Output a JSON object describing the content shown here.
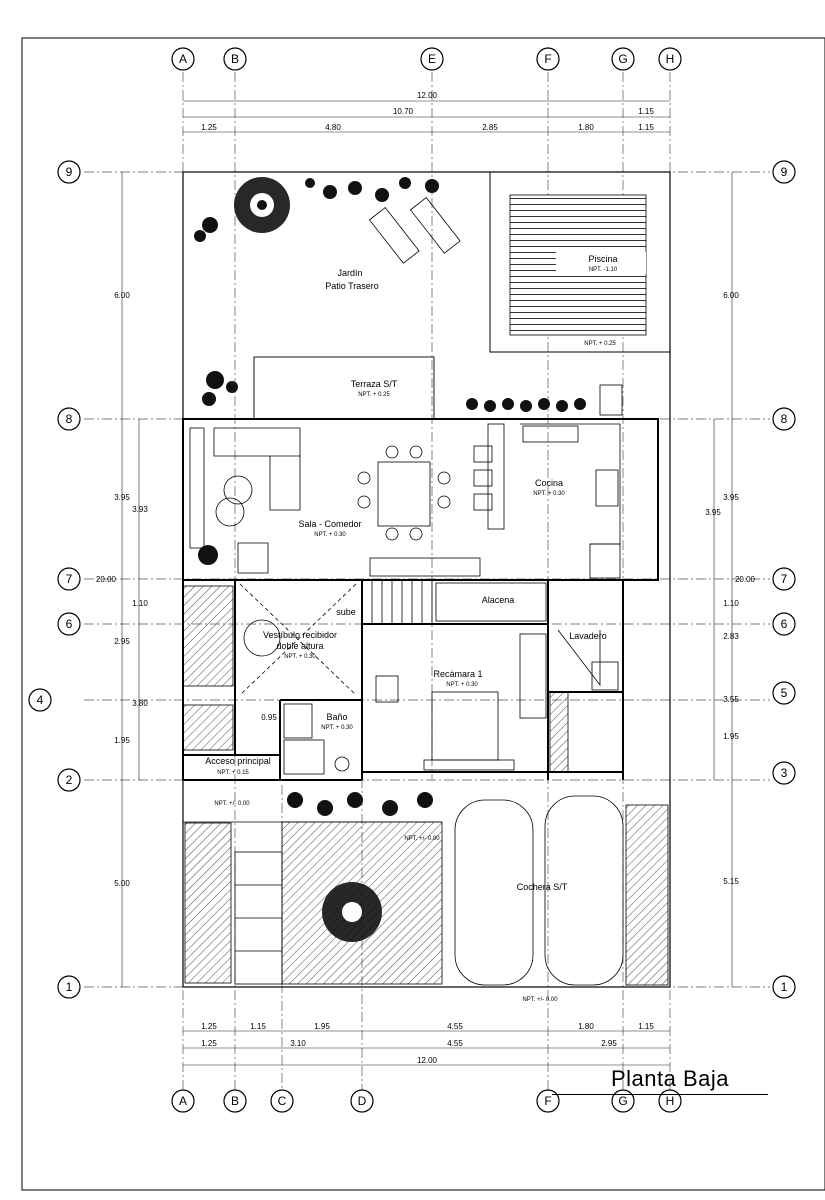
{
  "title": "Planta Baja",
  "axes": {
    "vertical_top": [
      "A",
      "B",
      "E",
      "F",
      "G",
      "H"
    ],
    "vertical_bottom": [
      "A",
      "B",
      "C",
      "D",
      "F",
      "G",
      "H"
    ],
    "horizontal_left": [
      "9",
      "8",
      "7",
      "6",
      "4",
      "2",
      "1"
    ],
    "horizontal_right": [
      "9",
      "8",
      "7",
      "6",
      "5",
      "3",
      "1"
    ]
  },
  "dimensions": {
    "top_total": "12.00",
    "top_partial": "10.70",
    "top_right": "1.15",
    "top_segments": [
      "1.25",
      "4.80",
      "2.85",
      "1.80",
      "1.15"
    ],
    "bottom_segments_row1": [
      "1.25",
      "1.15",
      "1.95",
      "4.55",
      "1.80",
      "1.15"
    ],
    "bottom_segments_row2": [
      "1.25",
      "3.10",
      "4.55",
      "2.95"
    ],
    "bottom_total": "12.00",
    "left_outer": [
      "6.00",
      "3.95",
      "20.00",
      "2.95",
      "1.95",
      "5.00"
    ],
    "left_inner": [
      "3.93",
      "1.10",
      "3.80"
    ],
    "right_outer": [
      "6.00",
      "3.95",
      "20.00",
      "2.83",
      "1.95",
      "5.15"
    ],
    "right_inner": [
      "3.95",
      "1.10",
      "3.55"
    ],
    "bano_width": "0.95"
  },
  "rooms": {
    "jardin": "Jardín",
    "patio": "Patio Trasero",
    "piscina": "Piscina",
    "piscina_npt": "NPT. -1.10",
    "piscina_deck_npt": "NPT. + 0.25",
    "terraza": "Terraza S/T",
    "terraza_npt": "NPT. + 0.25",
    "sala": "Sala - Comedor",
    "sala_npt": "NPT. + 0.30",
    "cocina": "Cocina",
    "cocina_npt": "NPT. + 0.30",
    "alacena": "Alacena",
    "lavadero": "Lavadero",
    "vestibulo_1": "Vestíbulo recibidor",
    "vestibulo_2": "doble altura",
    "vestibulo_npt": "NPT. + 0.30",
    "sube": "sube",
    "recamara": "Recámara 1",
    "recamara_npt": "NPT. + 0.30",
    "bano": "Baño",
    "bano_npt": "NPT. + 0.30",
    "acceso": "Acceso principal",
    "acceso_npt": "NPT. + 0.15",
    "front_npt_left": "NPT. +/- 0.00",
    "front_npt_mid": "NPT. +/- 0.00",
    "cochera": "Cochera S/T",
    "bottom_npt": "NPT. +/- 0.00"
  }
}
